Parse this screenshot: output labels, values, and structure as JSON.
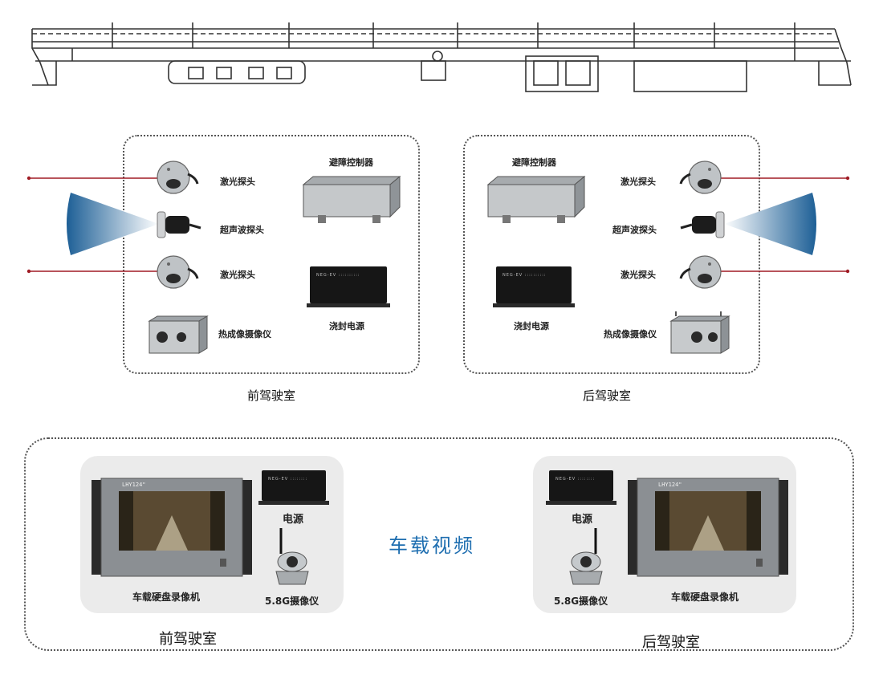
{
  "vehicle_diagram": {},
  "front_cab": {
    "laser_probe_1": "激光探头",
    "ultrasonic_probe": "超声波探头",
    "laser_probe_2": "激光探头",
    "thermal_camera": "热成像摄像仪",
    "obstacle_controller": "避障控制器",
    "potted_power": "浇封电源",
    "cab_label": "前驾驶室"
  },
  "rear_cab": {
    "laser_probe_1": "激光探头",
    "ultrasonic_probe": "超声波探头",
    "laser_probe_2": "激光探头",
    "thermal_camera": "热成像摄像仪",
    "obstacle_controller": "避障控制器",
    "potted_power": "浇封电源",
    "cab_label": "后驾驶室"
  },
  "video": {
    "title": "车载视频",
    "front": {
      "recorder": "车载硬盘录像机",
      "power": "电源",
      "camera": "5.8G摄像仪",
      "recorder_screen_title": "LHY124\"",
      "cab_label": "前驾驶室"
    },
    "rear": {
      "recorder": "车载硬盘录像机",
      "power": "电源",
      "camera": "5.8G摄像仪",
      "recorder_screen_title": "LHY124\"",
      "cab_label": "后驾驶室"
    }
  },
  "colors": {
    "laser_line": "#a01c25",
    "sonar_cone": "#1d5f96",
    "title_blue": "#1e6eb0"
  }
}
